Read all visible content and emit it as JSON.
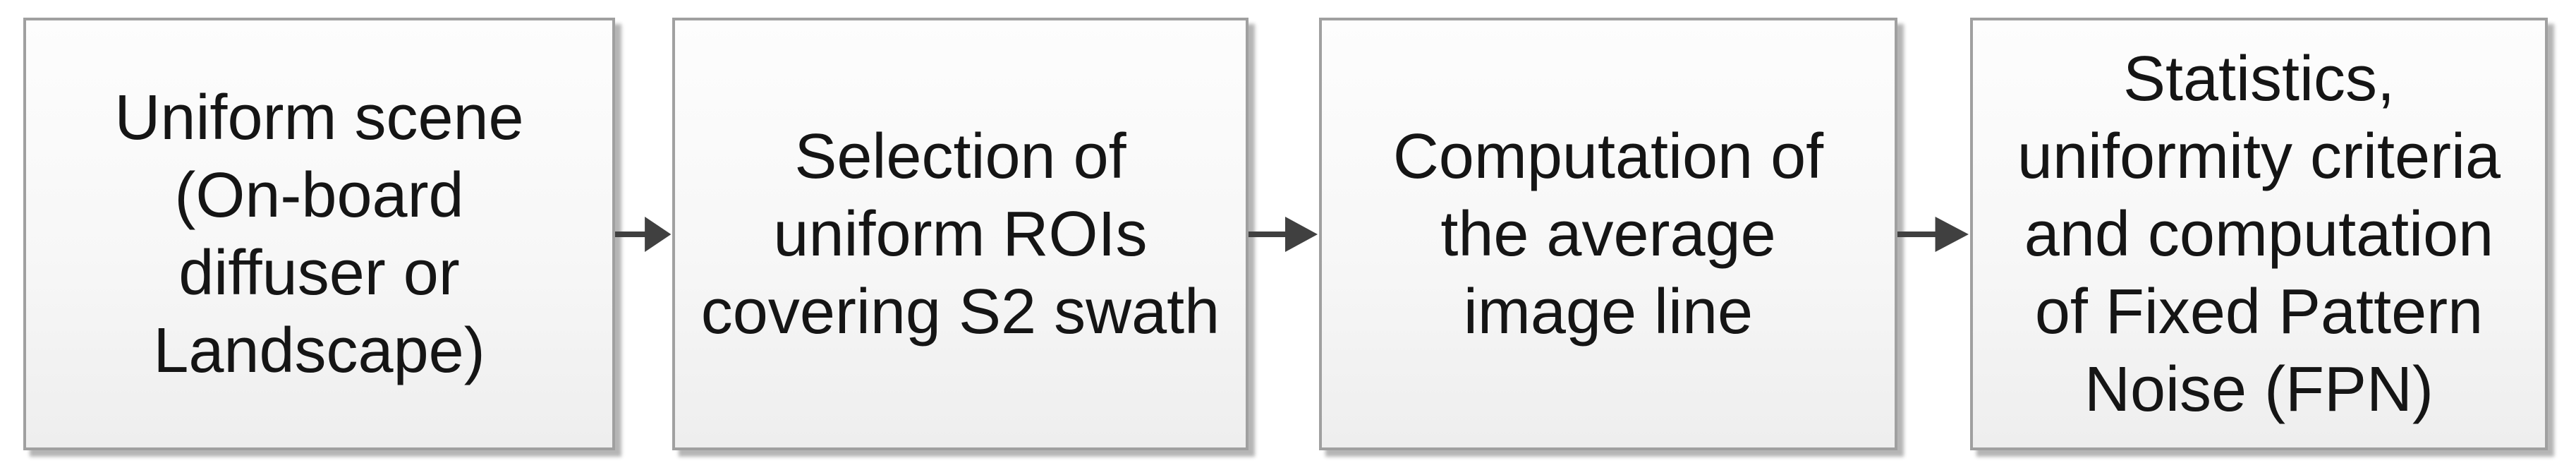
{
  "diagram": {
    "type": "flowchart",
    "direction": "left-to-right",
    "steps": [
      {
        "id": 1,
        "text": "Uniform scene\n(On-board\ndiffuser or\nLandscape)"
      },
      {
        "id": 2,
        "text": "Selection of\nuniform ROIs\ncovering S2 swath"
      },
      {
        "id": 3,
        "text": "Computation of\nthe average\nimage line"
      },
      {
        "id": 4,
        "text": "Statistics,\nuniformity criteria\nand computation\nof Fixed Pattern\nNoise (FPN)"
      }
    ],
    "connectors": [
      {
        "from": 1,
        "to": 2,
        "type": "right-arrow"
      },
      {
        "from": 2,
        "to": 3,
        "type": "right-arrow"
      },
      {
        "from": 3,
        "to": 4,
        "type": "right-arrow"
      }
    ]
  },
  "colors": {
    "page-bg": "#ffffff",
    "box-bg-top": "#fdfdfd",
    "box-bg-bottom": "#eeeeee",
    "box-border": "#a0a0a0",
    "box-shadow": "#b5b5b5",
    "text": "#151515",
    "arrow": "#404040"
  }
}
